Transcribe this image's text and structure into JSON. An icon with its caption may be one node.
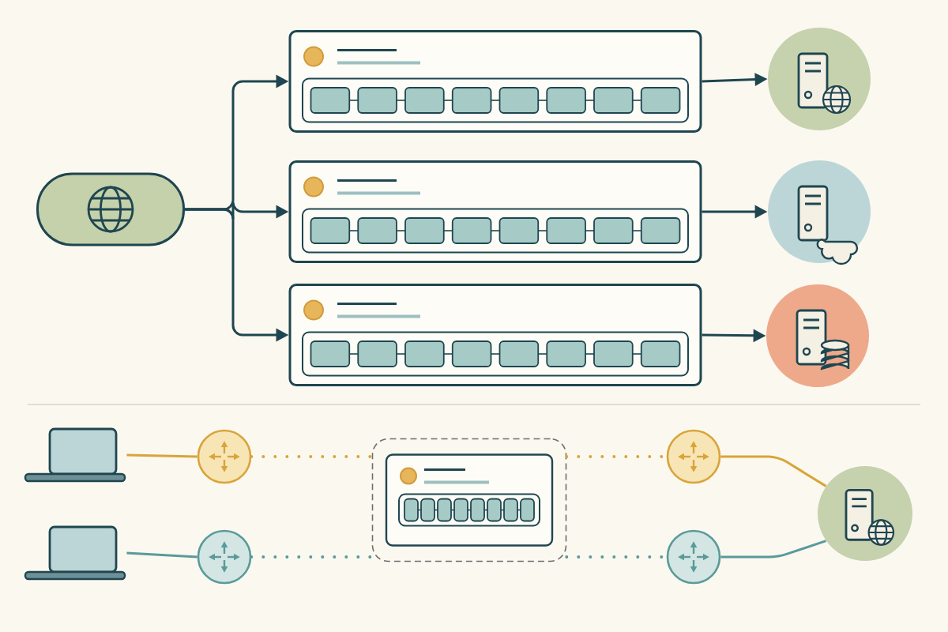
{
  "diagram": {
    "nodes": [
      {
        "text": [],
        "shape": "box"
      },
      {
        "text": [],
        "shape": "box"
      },
      {
        "text": [],
        "shape": "box"
      },
      {
        "text": [],
        "shape": "box"
      },
      {
        "text": [],
        "shape": "circle"
      },
      {
        "text": [],
        "shape": "circle"
      },
      {
        "text": [],
        "shape": "circle"
      },
      {
        "text": [],
        "shape": "box"
      },
      {
        "text": [],
        "shape": "box"
      },
      {
        "text": [],
        "shape": "circle"
      },
      {
        "text": [],
        "shape": "circle"
      },
      {
        "text": [],
        "shape": "box"
      },
      {
        "text": [],
        "shape": "box",
        "in": 11
      },
      {
        "text": [],
        "shape": "circle"
      },
      {
        "text": [],
        "shape": "circle"
      },
      {
        "text": [],
        "shape": "circle"
      }
    ],
    "edges": [
      {
        "from": 0,
        "to": 1,
        "arrow": "to"
      },
      {
        "from": 0,
        "to": 2,
        "arrow": "to"
      },
      {
        "from": 0,
        "to": 3,
        "arrow": "to"
      },
      {
        "from": 1,
        "to": 4,
        "arrow": "to"
      },
      {
        "from": 2,
        "to": 5,
        "arrow": "to"
      },
      {
        "from": 3,
        "to": 6,
        "arrow": "to"
      },
      {
        "from": 7,
        "to": 9,
        "arrow": "none",
        "color": "#d9a43a"
      },
      {
        "from": 9,
        "to": 11,
        "arrow": "none",
        "style": "dashed",
        "color": "#d9a43a"
      },
      {
        "from": 8,
        "to": 10,
        "arrow": "none",
        "color": "#5a9a9a"
      },
      {
        "from": 10,
        "to": 11,
        "arrow": "none",
        "style": "dashed",
        "color": "#5a9a9a"
      },
      {
        "from": 11,
        "to": 13,
        "arrow": "none",
        "style": "dashed",
        "color": "#d9a43a"
      },
      {
        "from": 13,
        "to": 15,
        "arrow": "none",
        "color": "#d9a43a"
      },
      {
        "from": 11,
        "to": 14,
        "arrow": "none",
        "style": "dashed",
        "color": "#5a9a9a"
      },
      {
        "from": 14,
        "to": 15,
        "arrow": "none",
        "color": "#5a9a9a"
      }
    ]
  }
}
